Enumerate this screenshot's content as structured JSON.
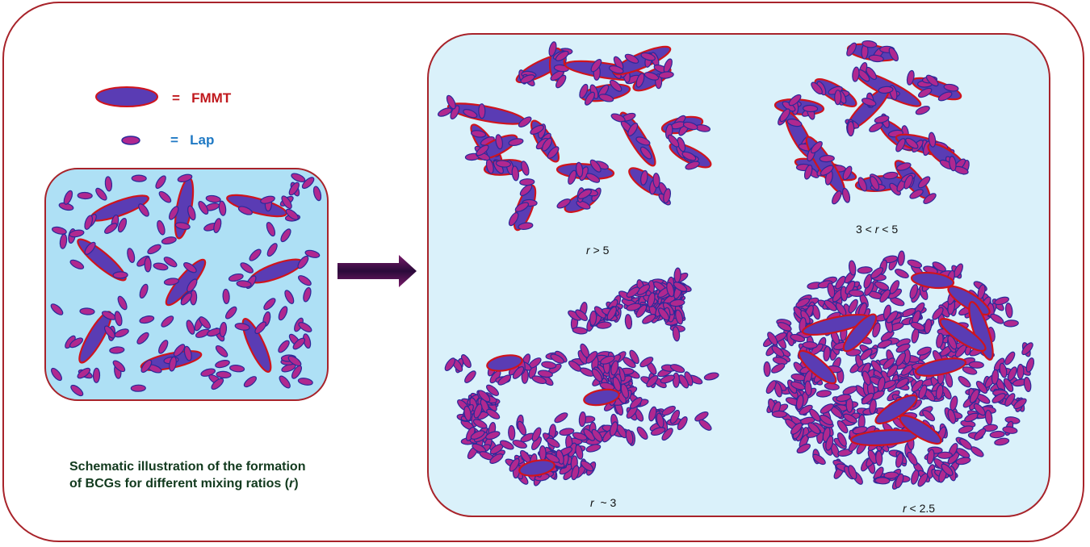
{
  "legend": {
    "fmmt_eq": "=",
    "fmmt_label": "FMMT",
    "lap_eq": "=",
    "lap_label": "Lap"
  },
  "caption": {
    "line1": "Schematic illustration of the formation",
    "line2_prefix": "of BCGs for different mixing ratios (",
    "line2_var": "r",
    "line2_suffix": ")"
  },
  "panels": [
    {
      "var": "r",
      "rest": " > 5"
    },
    {
      "prefix": "3 < ",
      "var": "r",
      "rest": " < 5"
    },
    {
      "var": "r",
      "rest": "  ~ 3"
    },
    {
      "var": "r",
      "rest": " < 2.5"
    }
  ],
  "colors": {
    "frame": "#a8232a",
    "panel_fill": "#aee0f5",
    "panel_right_fill": "#daf1fa",
    "fmmt_fill": "#5a3cb4",
    "fmmt_stroke": "#d0141c",
    "lap_fill": "#b0288f",
    "lap_stroke": "#2a2a9a",
    "arrow": "#4a0a4a",
    "fmmt_text": "#c0181d",
    "lap_text": "#1f79c4",
    "caption_text": "#123a1e"
  }
}
